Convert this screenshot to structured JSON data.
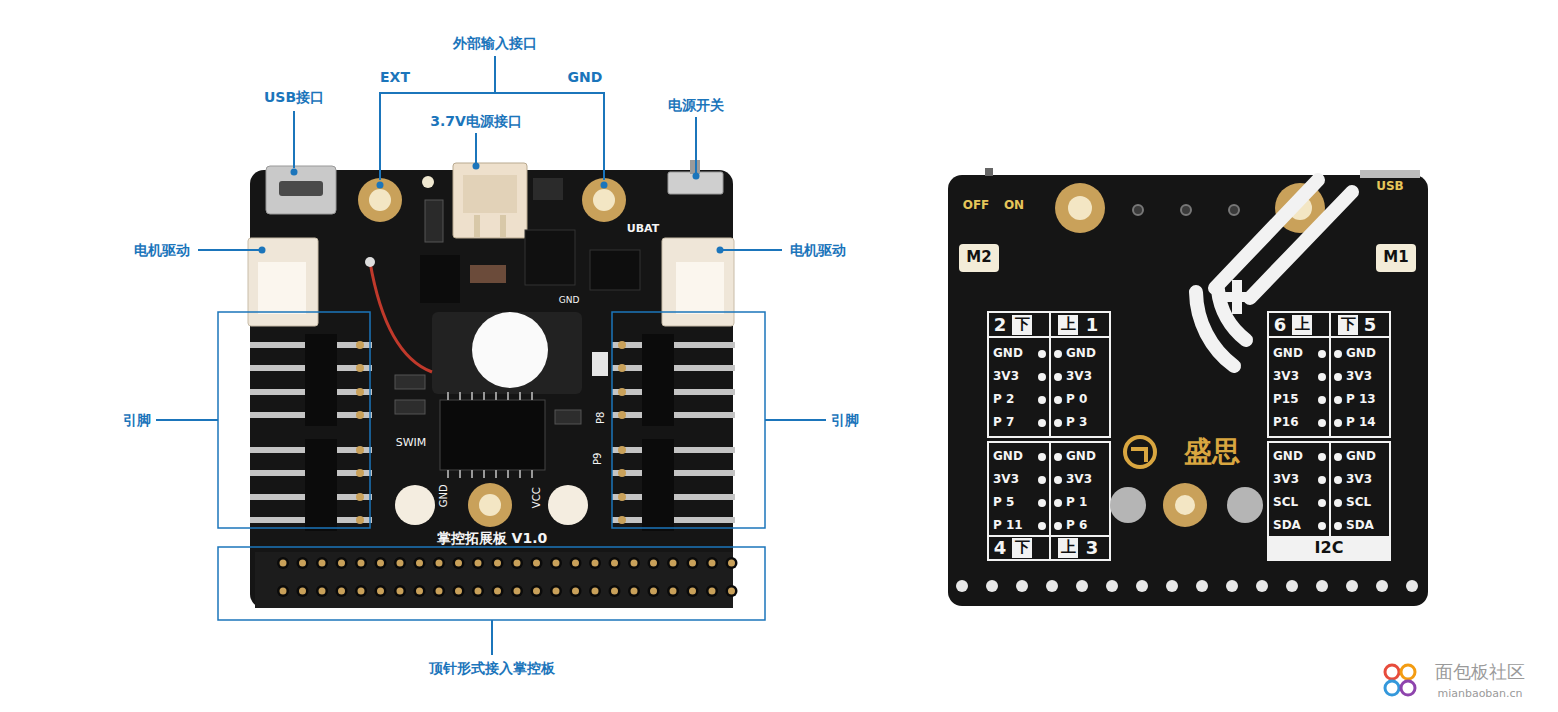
{
  "diagram": {
    "labels": [
      "外部输入接口",
      "EXT",
      "GND",
      "USB接口",
      "3.7V电源接口",
      "电源开关",
      "电机驱动",
      "电机驱动",
      "引脚",
      "引脚",
      "顶针形式接入掌控板",
      "UBAT",
      "GND",
      "SWIM",
      "GND",
      "VCC",
      "P8",
      "P9",
      "掌控拓展板 V1.0",
      "OFF",
      "ON",
      "USB",
      "M2",
      "M1",
      "2",
      "下",
      "上",
      "1",
      "6",
      "上",
      "下",
      "5",
      "4",
      "下",
      "上",
      "3",
      "I2C",
      "GND",
      "3V3",
      "P 2",
      "P 7",
      "GND",
      "3V3",
      "P 0",
      "P 3",
      "GND",
      "3V3",
      "P15",
      "P16",
      "GND",
      "3V3",
      "P 13",
      "P 14",
      "GND",
      "3V3",
      "P 5",
      "P 11",
      "GND",
      "3V3",
      "P 1",
      "P 6",
      "GND",
      "3V3",
      "SCL",
      "SDA",
      "GND",
      "3V3",
      "SCL",
      "SDA",
      "盛思",
      "面包板社区",
      "mianbaoban.cn"
    ]
  }
}
